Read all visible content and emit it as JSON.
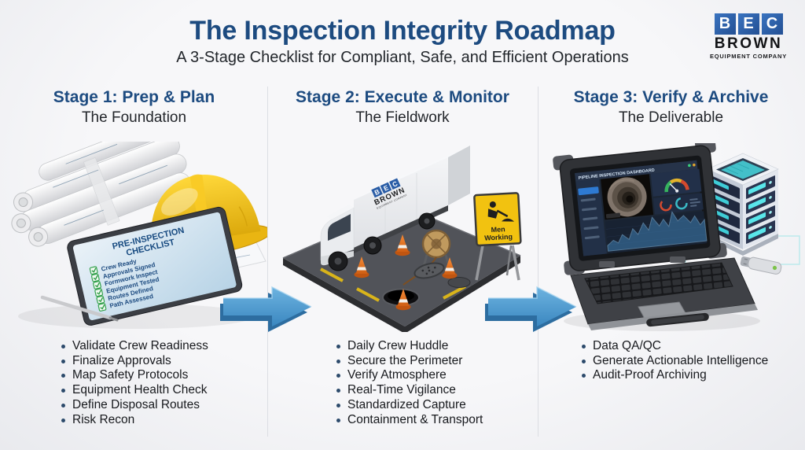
{
  "header": {
    "title": "The Inspection Integrity Roadmap",
    "subtitle": "A 3-Stage Checklist for Compliant, Safe, and Efficient Operations"
  },
  "logo": {
    "letters": [
      "B",
      "E",
      "C"
    ],
    "name": "BROWN",
    "tagline": "EQUIPMENT COMPANY"
  },
  "stages": [
    {
      "title": "Stage 1: Prep & Plan",
      "subtitle": "The Foundation",
      "bullets": [
        "Validate Crew Readiness",
        "Finalize Approvals",
        "Map Safety Protocols",
        "Equipment Health Check",
        "Define Disposal Routes",
        "Risk Recon"
      ]
    },
    {
      "title": "Stage 2: Execute & Monitor",
      "subtitle": "The Fieldwork",
      "bullets": [
        "Daily Crew Huddle",
        "Secure the Perimeter",
        "Verify Atmosphere",
        "Real-Time Vigilance",
        "Standardized Capture",
        "Containment & Transport"
      ]
    },
    {
      "title": "Stage 3: Verify & Archive",
      "subtitle": "The Deliverable",
      "bullets": [
        "Data QA/QC",
        "Generate Actionable Intelligence",
        "Audit-Proof Archiving"
      ]
    }
  ],
  "stage1_art": {
    "tablet_title_line1": "PRE-INSPECTION",
    "tablet_title_line2": "CHECKLIST",
    "tablet_items": [
      "Crew Ready",
      "Approvals Signed",
      "Formwork Inspect",
      "Equipment Tested",
      "Routes Defined",
      "Path Assessed"
    ]
  },
  "stage2_art": {
    "truck_logo_letters": [
      "B",
      "E",
      "C"
    ],
    "truck_logo_name": "BROWN",
    "truck_logo_tagline": "EQUIPMENT COMPANY",
    "sign_line1": "Men",
    "sign_line2": "Working"
  },
  "stage3_art": {
    "screen_title": "PIPELINE INSPECTION DASHBOARD"
  },
  "colors": {
    "title_blue": "#1d4b80",
    "text_dark": "#22262b",
    "arrow_blue": "#3b87c0",
    "logo_blue": "#2a5da6",
    "helmet_yellow": "#f2c41d",
    "cone_orange": "#e8731f",
    "check_green": "#2f9c46",
    "background": "#f2f3f5"
  }
}
